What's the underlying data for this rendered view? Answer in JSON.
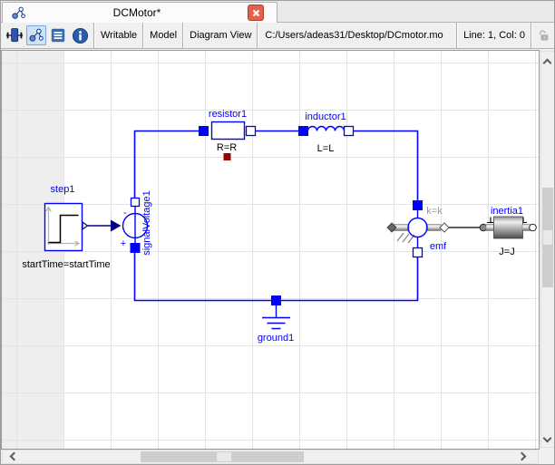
{
  "tab": {
    "title": "DCMotor*"
  },
  "toolbar": {
    "writable": "Writable",
    "model": "Model",
    "view_mode": "Diagram View",
    "file_path": "C:/Users/adeas31/Desktop/DCmotor.mo",
    "cursor_position": "Line: 1, Col: 0"
  },
  "icons": {
    "tab_icon": "model-diagram-icon",
    "close": "close-icon",
    "icon_view": "icon-view-icon",
    "diagram_view": "diagram-view-icon",
    "text_view": "text-view-icon",
    "documentation": "info-icon",
    "lock": "unlock-icon"
  },
  "diagram": {
    "step1": {
      "name": "step1",
      "param": "startTime=startTime"
    },
    "signalVoltage1": {
      "name": "signalVoltage1",
      "minus": "-",
      "plus": "+"
    },
    "resistor1": {
      "name": "resistor1",
      "param": "R=R"
    },
    "inductor1": {
      "name": "inductor1",
      "param": "L=L"
    },
    "emf": {
      "name": "emf",
      "param": "k=k"
    },
    "inertia1": {
      "name": "inertia1",
      "param": "J=J"
    },
    "ground1": {
      "name": "ground1"
    }
  },
  "colors": {
    "component_blue": "#0000ff",
    "signal_navy": "#000080",
    "param_text": "#000000",
    "heat_port_red": "#990000",
    "selected_button_bg": "#cfe3f6"
  }
}
